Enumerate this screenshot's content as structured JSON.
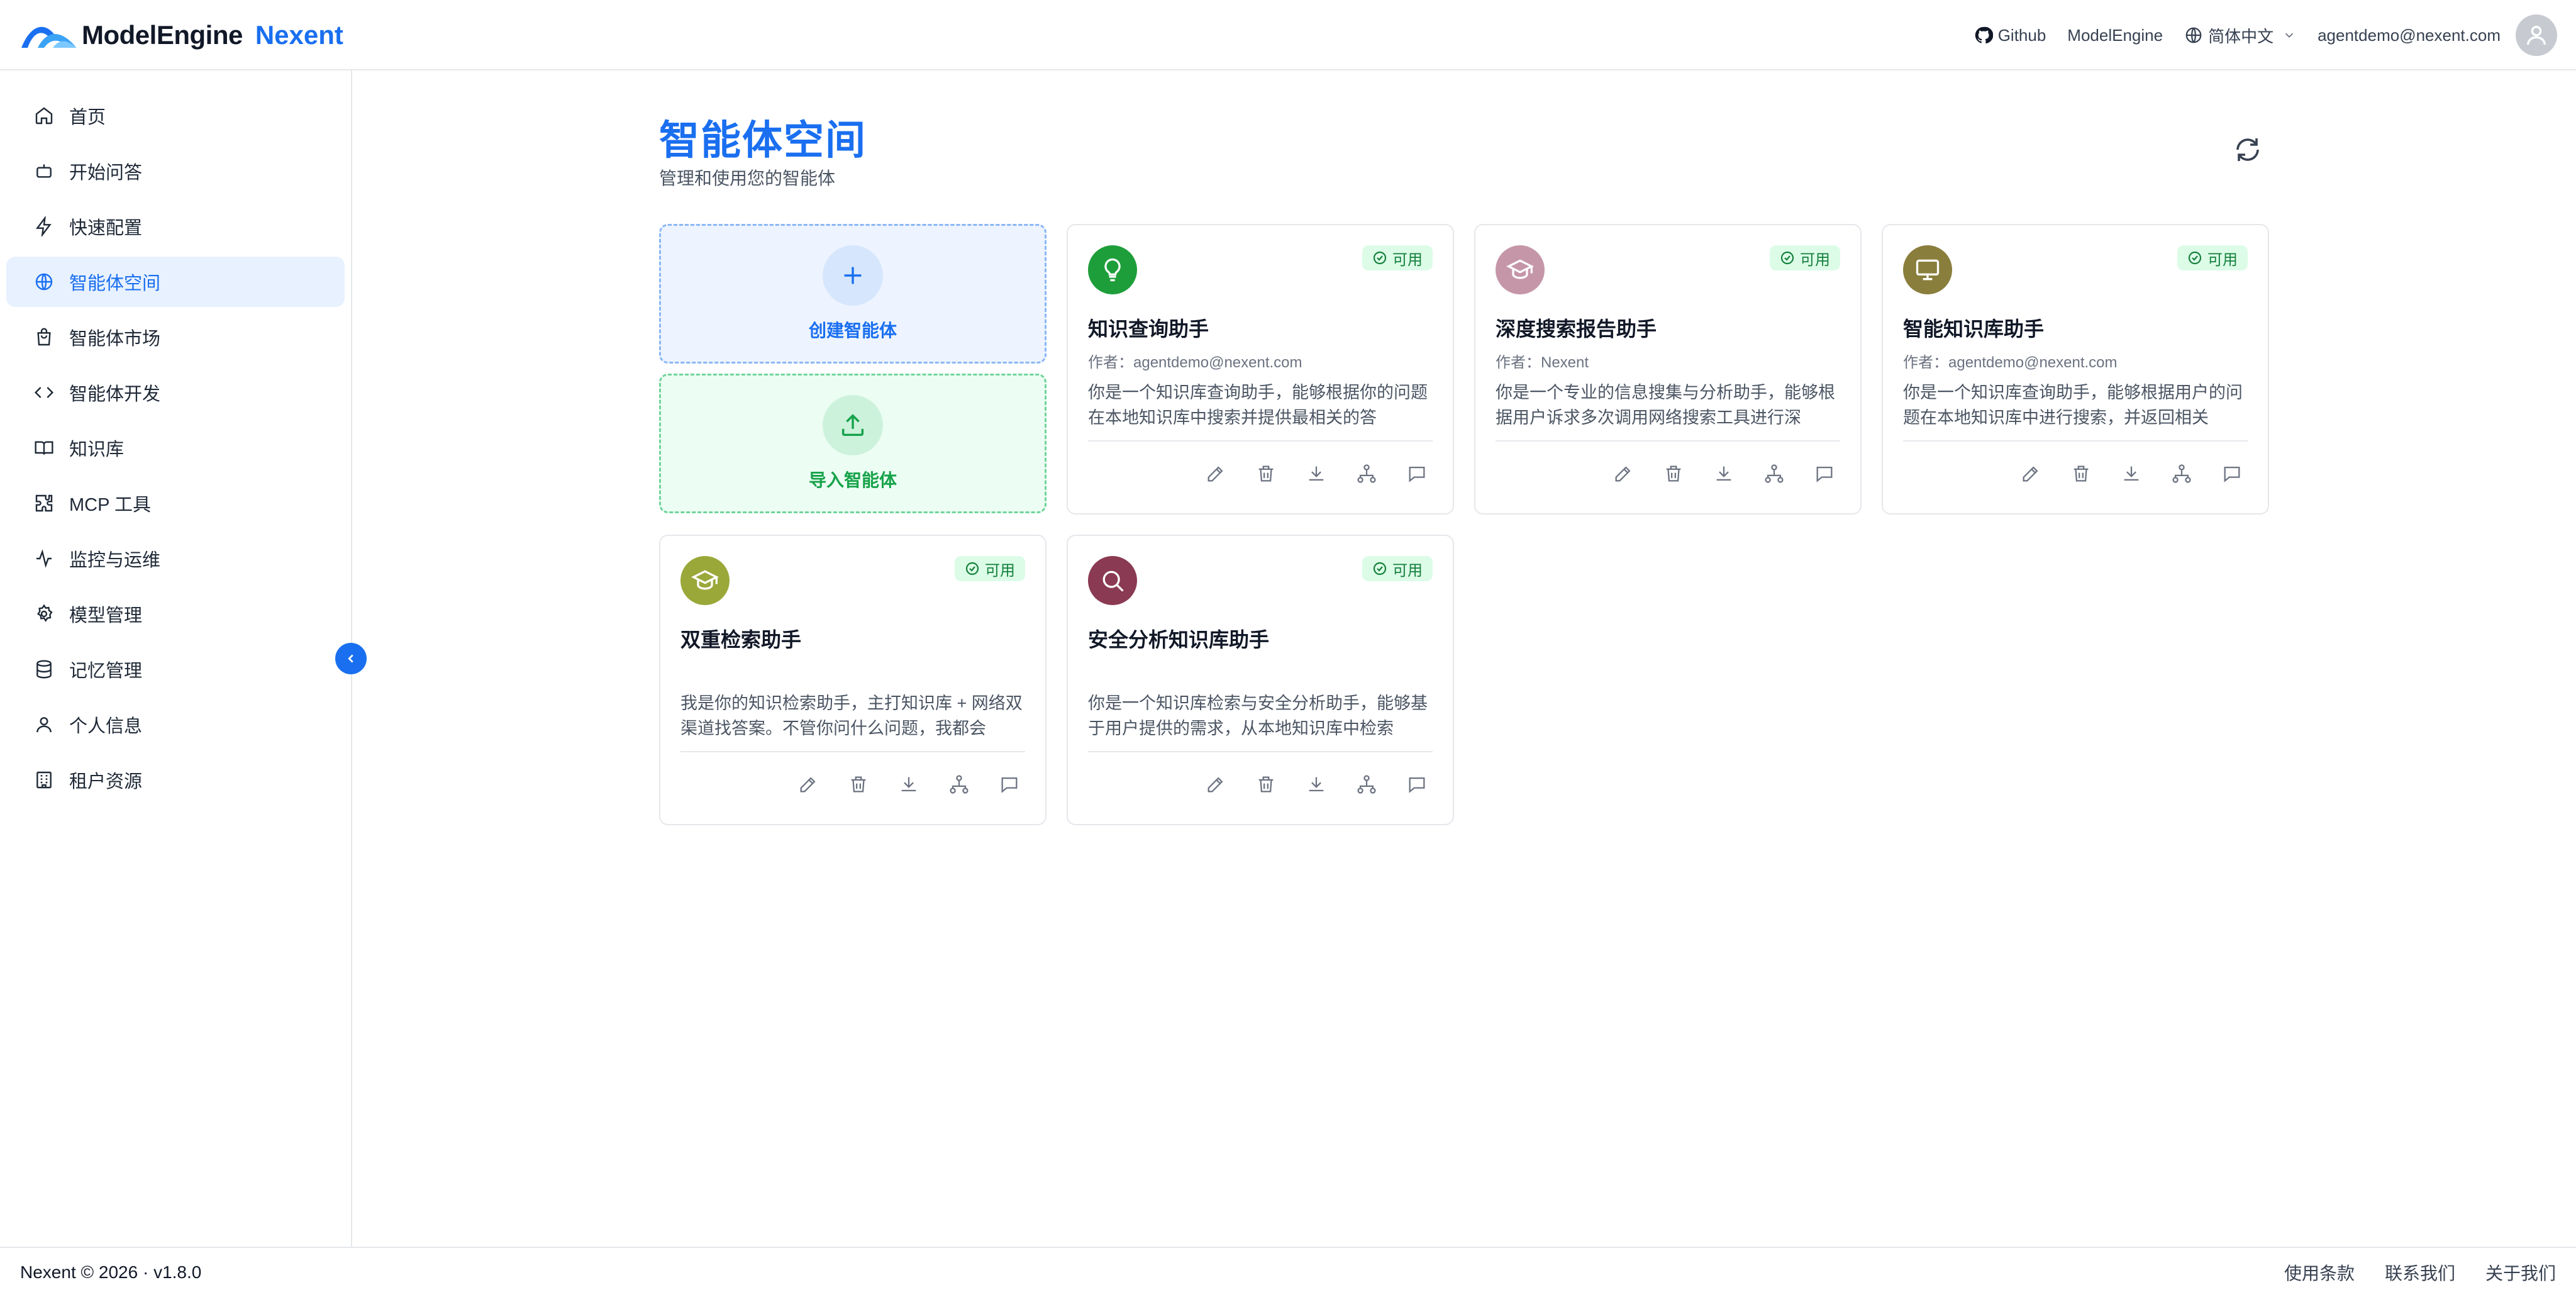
{
  "header": {
    "brand": "ModelEngine",
    "product": "Nexent",
    "github_label": "Github",
    "modelengine_label": "ModelEngine",
    "language_label": "简体中文",
    "user_email": "agentdemo@nexent.com"
  },
  "sidebar": {
    "items": [
      {
        "label": "首页",
        "icon": "home-icon"
      },
      {
        "label": "开始问答",
        "icon": "bot-icon"
      },
      {
        "label": "快速配置",
        "icon": "zap-icon"
      },
      {
        "label": "智能体空间",
        "icon": "globe-icon",
        "active": true
      },
      {
        "label": "智能体市场",
        "icon": "shopping-bag-icon"
      },
      {
        "label": "智能体开发",
        "icon": "code-icon"
      },
      {
        "label": "知识库",
        "icon": "book-icon"
      },
      {
        "label": "MCP 工具",
        "icon": "puzzle-icon"
      },
      {
        "label": "监控与运维",
        "icon": "activity-icon"
      },
      {
        "label": "模型管理",
        "icon": "settings-icon"
      },
      {
        "label": "记忆管理",
        "icon": "database-icon"
      },
      {
        "label": "个人信息",
        "icon": "user-icon"
      },
      {
        "label": "租户资源",
        "icon": "building-icon"
      }
    ]
  },
  "main": {
    "title": "智能体空间",
    "subtitle": "管理和使用您的智能体",
    "create_label": "创建智能体",
    "import_label": "导入智能体",
    "status_label": "可用",
    "agents": [
      {
        "name": "知识查询助手",
        "author": "作者：agentdemo@nexent.com",
        "description": "你是一个知识库查询助手，能够根据你的问题在本地知识库中搜索并提供最相关的答",
        "icon": "lightbulb-icon",
        "icon_bg": "#1e9e3a"
      },
      {
        "name": "深度搜索报告助手",
        "author": "作者：Nexent",
        "description": "你是一个专业的信息搜集与分析助手，能够根据用户诉求多次调用网络搜索工具进行深",
        "icon": "graduation-cap-icon",
        "icon_bg": "#c596a8"
      },
      {
        "name": "智能知识库助手",
        "author": "作者：agentdemo@nexent.com",
        "description": "你是一个知识库查询助手，能够根据用户的问题在本地知识库中进行搜索，并返回相关",
        "icon": "monitor-icon",
        "icon_bg": "#8a7e3c"
      },
      {
        "name": "双重检索助手",
        "author": "",
        "description": "我是你的知识检索助手，主打知识库 + 网络双渠道找答案。不管你问什么问题，我都会",
        "icon": "graduation-cap-icon",
        "icon_bg": "#9aa83a"
      },
      {
        "name": "安全分析知识库助手",
        "author": "",
        "description": "你是一个知识库检索与安全分析助手，能够基于用户提供的需求，从本地知识库中检索",
        "icon": "search-icon",
        "icon_bg": "#8a3a52"
      }
    ]
  },
  "footer": {
    "copyright": "Nexent © 2026 · v1.8.0",
    "links": [
      "使用条款",
      "联系我们",
      "关于我们"
    ]
  },
  "colors": {
    "accent": "#1a6ff0",
    "success": "#16a34a"
  }
}
